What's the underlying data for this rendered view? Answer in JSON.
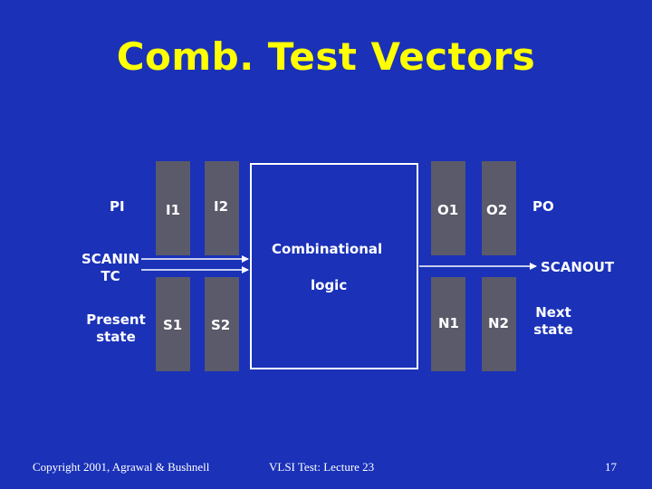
{
  "slide": {
    "title": "Comb. Test Vectors",
    "labels": {
      "pi": "PI",
      "scanin": "SCANIN",
      "tc": "TC",
      "present_state_line1": "Present",
      "present_state_line2": "state",
      "i1": "I1",
      "i2": "I2",
      "s1": "S1",
      "s2": "S2",
      "combinational": "Combinational",
      "logic": "logic",
      "o1": "O1",
      "o2": "O2",
      "po": "PO",
      "scanout": "SCANOUT",
      "n1": "N1",
      "n2": "N2",
      "next_state_line1": "Next",
      "next_state_line2": "state"
    },
    "footer": {
      "copyright": "Copyright 2001, Agrawal & Bushnell",
      "lecture": "VLSI Test: Lecture 23",
      "page_number": "17"
    }
  },
  "colors": {
    "background": "#1a31b8",
    "title": "#ffff00",
    "text": "#ffffff",
    "bar": "#5a5a6a"
  }
}
